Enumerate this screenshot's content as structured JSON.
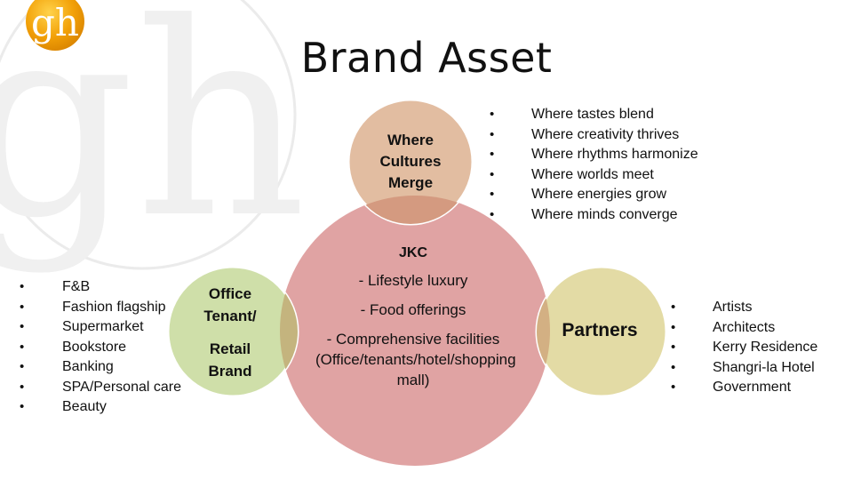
{
  "slide": {
    "logo_text": "gh",
    "watermark_text": "gh",
    "title": "Brand Asset"
  },
  "colors": {
    "center_circle": "#e0a3a3",
    "top_circle": "#e2bda1",
    "left_circle": "#cfdfa9",
    "right_circle": "#e3dba5",
    "overlap_top": "#d49a80",
    "overlap_left": "#c4b47e",
    "overlap_right": "#d3b083",
    "logo_gold": "#f2a007"
  },
  "circles": {
    "top": {
      "label_lines": [
        "Where",
        "Cultures",
        "Merge"
      ]
    },
    "left": {
      "label_lines": [
        "Office",
        "Tenant/",
        "Retail",
        "Brand"
      ]
    },
    "right": {
      "label_lines": [
        "Partners"
      ]
    },
    "center": {
      "heading": "JKC",
      "items": [
        "-  Lifestyle  luxury",
        "-   Food offerings",
        "-  Comprehensive facilities (Office/tenants/hotel/shopping mall)"
      ]
    }
  },
  "lists": {
    "top_right": [
      "Where tastes blend",
      "Where creativity thrives",
      "Where rhythms harmonize",
      "Where worlds meet",
      "Where energies grow",
      "Where minds converge"
    ],
    "left": [
      "F&B",
      "Fashion flagship",
      "Supermarket",
      "Bookstore",
      "Banking",
      "SPA/Personal care",
      "Beauty"
    ],
    "right": [
      "Artists",
      "Architects",
      "Kerry Residence",
      "Shangri-la Hotel",
      "Government"
    ]
  }
}
